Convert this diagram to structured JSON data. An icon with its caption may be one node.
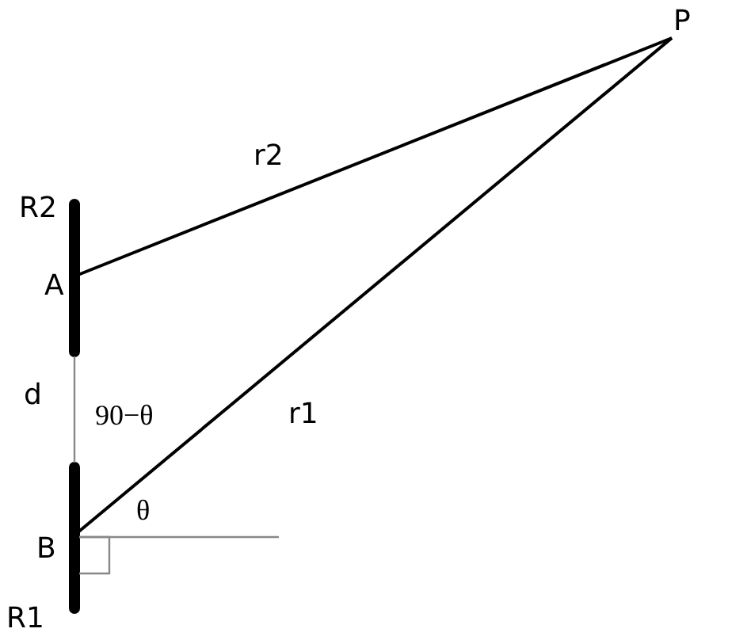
{
  "diagram": {
    "nodes": [
      {
        "text": [
          "P"
        ]
      },
      {
        "text": [
          "A"
        ]
      },
      {
        "text": [
          "B"
        ]
      }
    ],
    "edges": [
      {
        "from": 1,
        "to": 0,
        "arrow": "none",
        "label": "r2"
      },
      {
        "from": 2,
        "to": 0,
        "arrow": "none",
        "label": "r1"
      }
    ],
    "labels": [
      "R2",
      "d",
      "90−θ",
      "θ",
      "R1"
    ]
  }
}
